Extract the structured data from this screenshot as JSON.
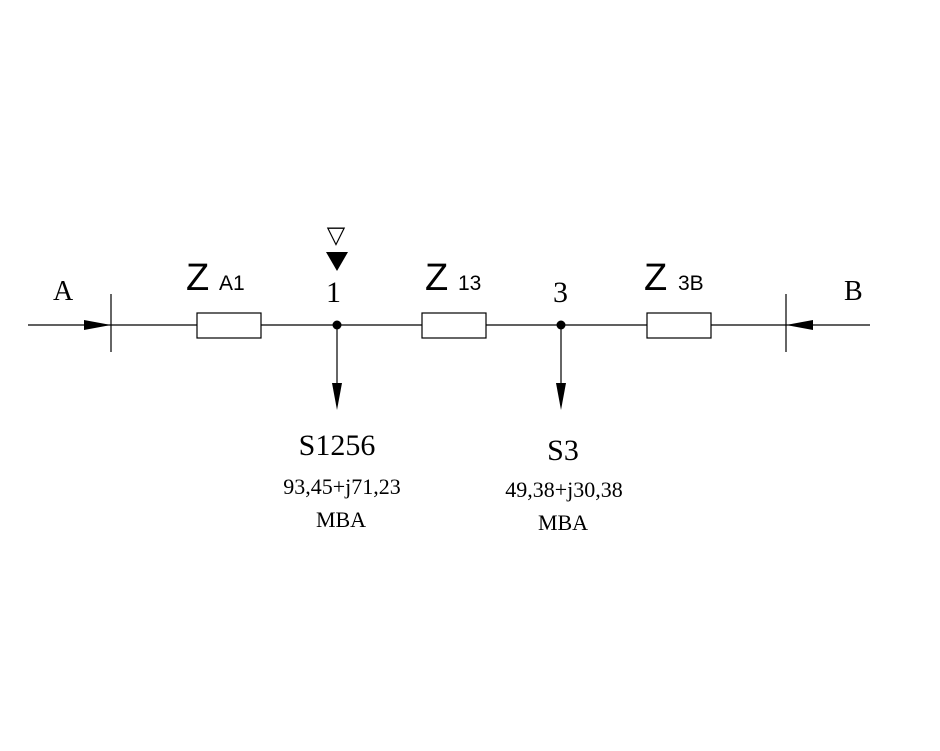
{
  "sources": {
    "left": "A",
    "right": "B"
  },
  "impedances": [
    {
      "symbol": "Z",
      "subscript": "A1"
    },
    {
      "symbol": "Z",
      "subscript": "13"
    },
    {
      "symbol": "Z",
      "subscript": "3B"
    }
  ],
  "nodes": [
    {
      "label": "1",
      "load_name": "S1256",
      "load_value": "93,45+j71,23",
      "load_unit": "MBA"
    },
    {
      "label": "3",
      "load_name": "S3",
      "load_value": "49,38+j30,38",
      "load_unit": "MBA"
    }
  ],
  "markers": {
    "split_point_outline": "▽"
  }
}
